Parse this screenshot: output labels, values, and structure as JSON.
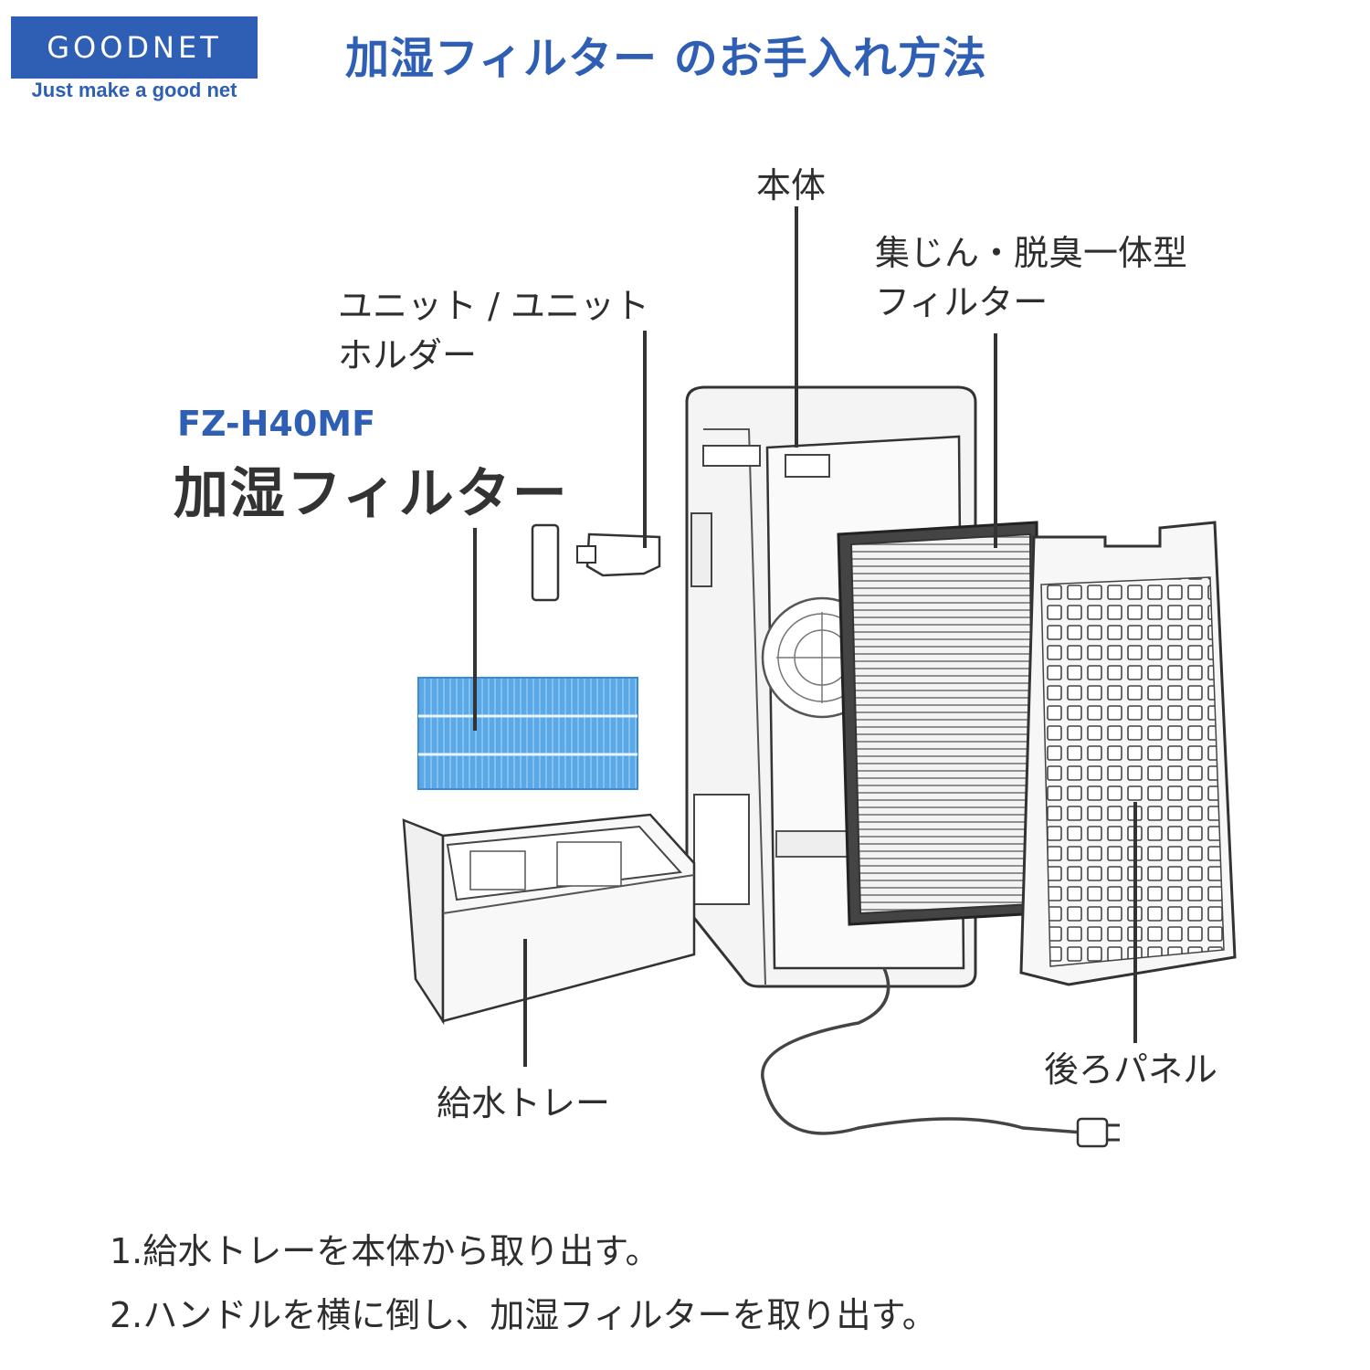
{
  "brand": {
    "name": "GOODNET",
    "tagline": "Just make a good net"
  },
  "title": "加湿フィルター のお手入れ方法",
  "product": {
    "model": "FZ-H40MF",
    "name": "加湿フィルター"
  },
  "labels": {
    "unit": "本体",
    "dust_filter_line1": "集じん・脱臭一体型",
    "dust_filter_line2": "フィルター",
    "unit_holder_line1": "ユニット / ユニット",
    "unit_holder_line2": "ホルダー",
    "water_tray": "給水トレー",
    "back_panel": "後ろパネル"
  },
  "steps": [
    "1.給水トレーを本体から取り出す。",
    "2.ハンドルを横に倒し、加湿フィルターを取り出す。"
  ],
  "colors": {
    "brand_blue": "#2f5fb5",
    "filter_blue": "#5aa8e6",
    "line_dark": "#333333"
  }
}
